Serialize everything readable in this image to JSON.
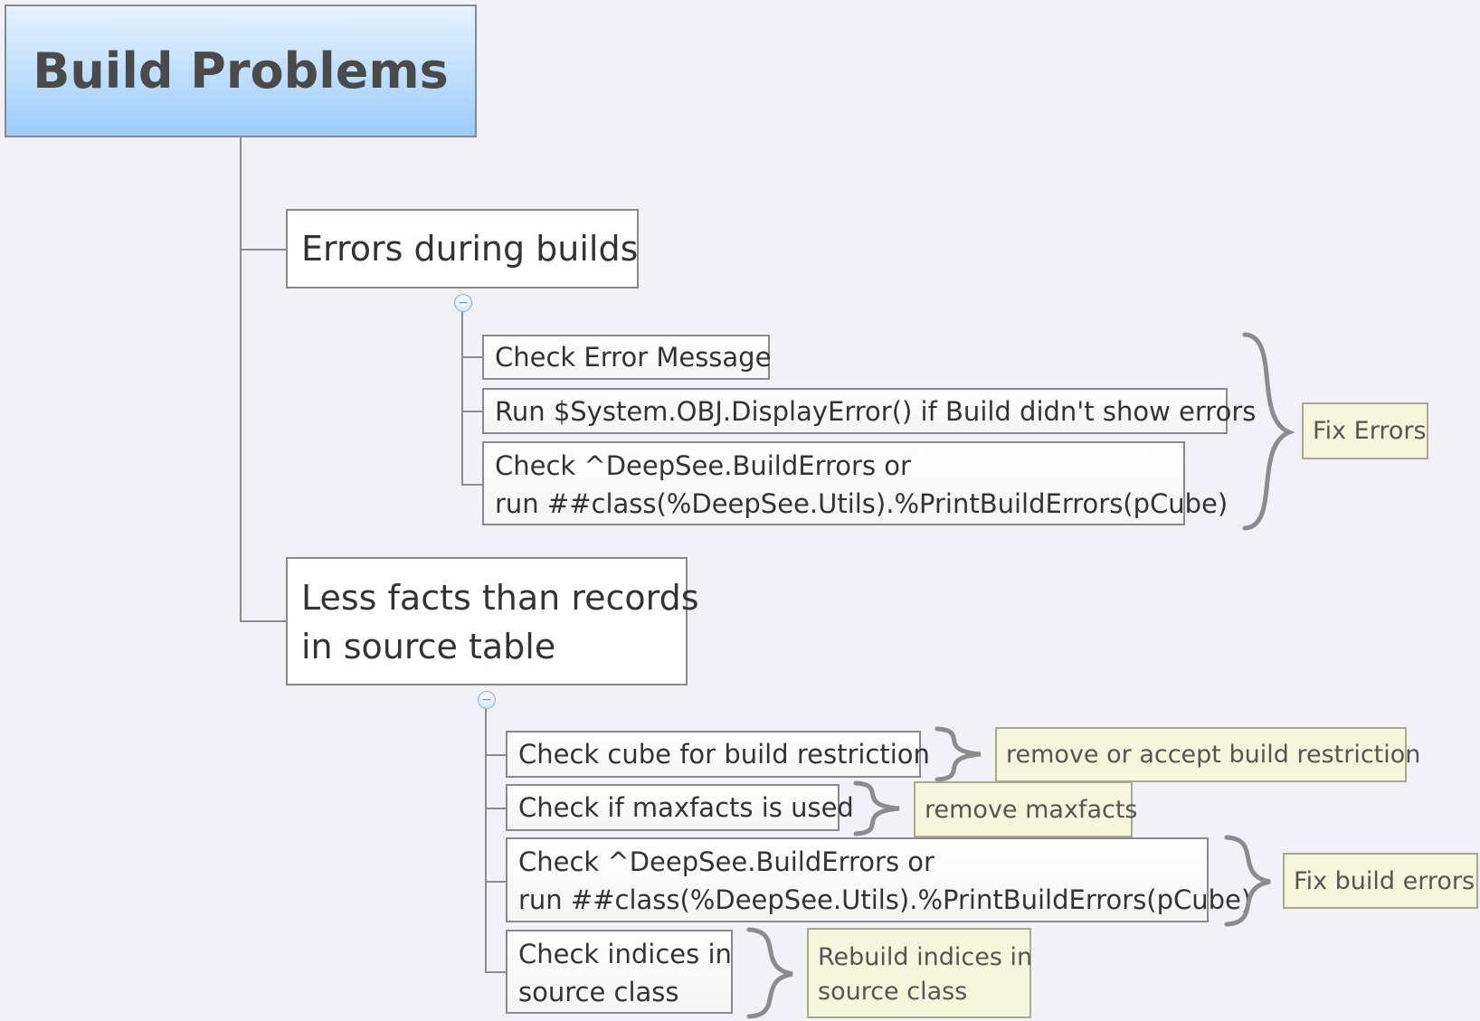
{
  "root": {
    "title": "Build Problems"
  },
  "topics": [
    {
      "title": "Errors during builds",
      "subtopics": [
        {
          "lines": [
            "Check Error Message"
          ]
        },
        {
          "lines": [
            "Run $System.OBJ.DisplayError() if Build didn't show errors"
          ]
        },
        {
          "lines": [
            "Check ^DeepSee.BuildErrors or",
            "run ##class(%DeepSee.Utils).%PrintBuildErrors(pCube)"
          ]
        }
      ],
      "summaries": [
        {
          "lines": [
            "Fix Errors"
          ]
        }
      ]
    },
    {
      "title_lines": [
        "Less facts than records",
        "in source table"
      ],
      "subtopics": [
        {
          "lines": [
            "Check cube for build restriction"
          ]
        },
        {
          "lines": [
            "Check if maxfacts is used"
          ]
        },
        {
          "lines": [
            "Check ^DeepSee.BuildErrors or",
            "run ##class(%DeepSee.Utils).%PrintBuildErrors(pCube)"
          ]
        },
        {
          "lines": [
            "Check indices in",
            "source class"
          ]
        }
      ],
      "summaries": [
        {
          "lines": [
            "remove or accept build restriction"
          ]
        },
        {
          "lines": [
            "remove maxfacts"
          ]
        },
        {
          "lines": [
            "Fix build errors"
          ]
        },
        {
          "lines": [
            "Rebuild indices in",
            "source class"
          ]
        }
      ]
    }
  ],
  "colors": {
    "background": "#f1f1f7",
    "root_fill_top": "#e6f3ff",
    "root_fill_bottom": "#9cccfb",
    "label_fill": "#f6f6dc",
    "connector": "#8c8c8c"
  },
  "icons": {
    "collapse": "minus-circle-icon",
    "summary": "curly-brace-icon"
  }
}
